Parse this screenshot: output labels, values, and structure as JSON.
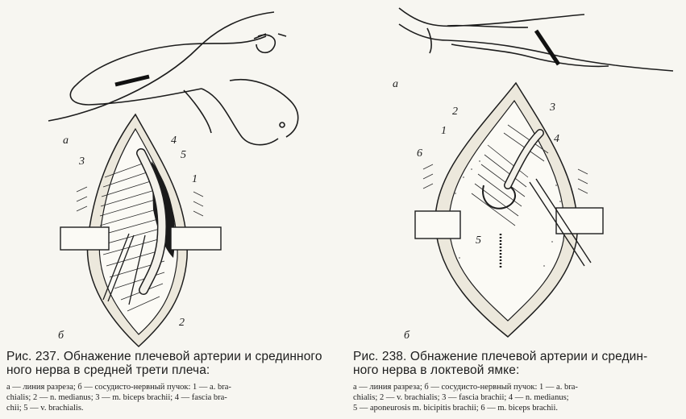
{
  "figure237": {
    "label_a": "а",
    "label_b": "б",
    "numbers": [
      "1",
      "2",
      "3",
      "4",
      "5"
    ],
    "title_lines": [
      "Рис. 237. Обнажение плечевой артерии и срединного",
      "ного нерва в средней трети плеча:"
    ],
    "legend_lines": [
      "а — линия разреза; б — сосудисто-нервный пучок: 1 — a. bra-",
      "chialis; 2 — n. medianus; 3 — m. biceps brachii; 4 — fascia bra-",
      "chii; 5 — v. brachialis."
    ]
  },
  "figure238": {
    "label_a": "а",
    "label_b": "б",
    "numbers": [
      "1",
      "2",
      "3",
      "4",
      "5",
      "6"
    ],
    "title_lines": [
      "Рис. 238. Обнажение плечевой артерии и средин-",
      "ного нерва в локтевой ямке:"
    ],
    "legend_lines": [
      "а — линия разреза; б — сосудисто-нервный пучок: 1 — a. bra-",
      "chialis; 2 — v. brachialis; 3 — fascia brachii; 4 — n. medianus;",
      "5 — aponeurosis m. bicipitis brachii; 6 — m. biceps brachii."
    ]
  }
}
